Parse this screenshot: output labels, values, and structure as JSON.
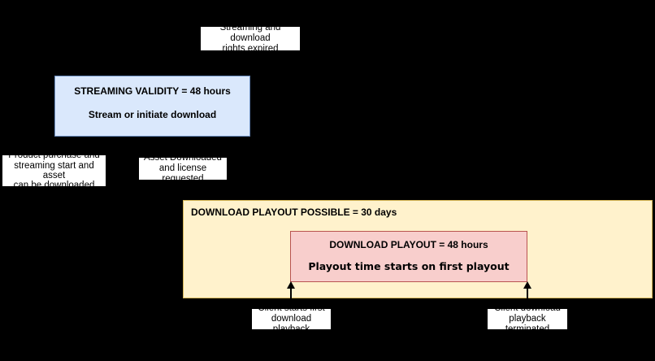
{
  "diagram": {
    "background": "#000000",
    "boxes": {
      "streaming_validity": {
        "title": "STREAMING VALIDITY = 48 hours",
        "subtitle": "Stream or initiate download",
        "fill": "#dae8fc",
        "stroke": "#6c8ebf"
      },
      "download_playout_possible": {
        "title": "DOWNLOAD PLAYOUT POSSIBLE = 30 days",
        "fill": "#fff2cc",
        "stroke": "#d6b656"
      },
      "download_playout": {
        "title": "DOWNLOAD PLAYOUT = 48 hours",
        "subtitle": "Playout time starts on first playout",
        "fill": "#f8cecc",
        "stroke": "#b85450"
      }
    },
    "labels": {
      "rights_expired": {
        "line1": "Streaming and download",
        "line2": "rights expired"
      },
      "product_purchase": {
        "line1": "Product purchase and",
        "line2": "streaming start and asset",
        "line3": "can be downloaded"
      },
      "asset_downloaded": {
        "line1": "Asset Downloaded",
        "line2": "and license requested"
      },
      "client_starts_playback": {
        "line1": "Client starts first",
        "line2": "download playback"
      },
      "client_playback_terminated": {
        "line1": "Client download",
        "line2": "playback terminated"
      }
    },
    "arrows": [
      {
        "name": "client-start-arrow",
        "direction": "up",
        "color": "#000000"
      },
      {
        "name": "client-terminated-arrow",
        "direction": "up",
        "color": "#000000"
      }
    ]
  }
}
